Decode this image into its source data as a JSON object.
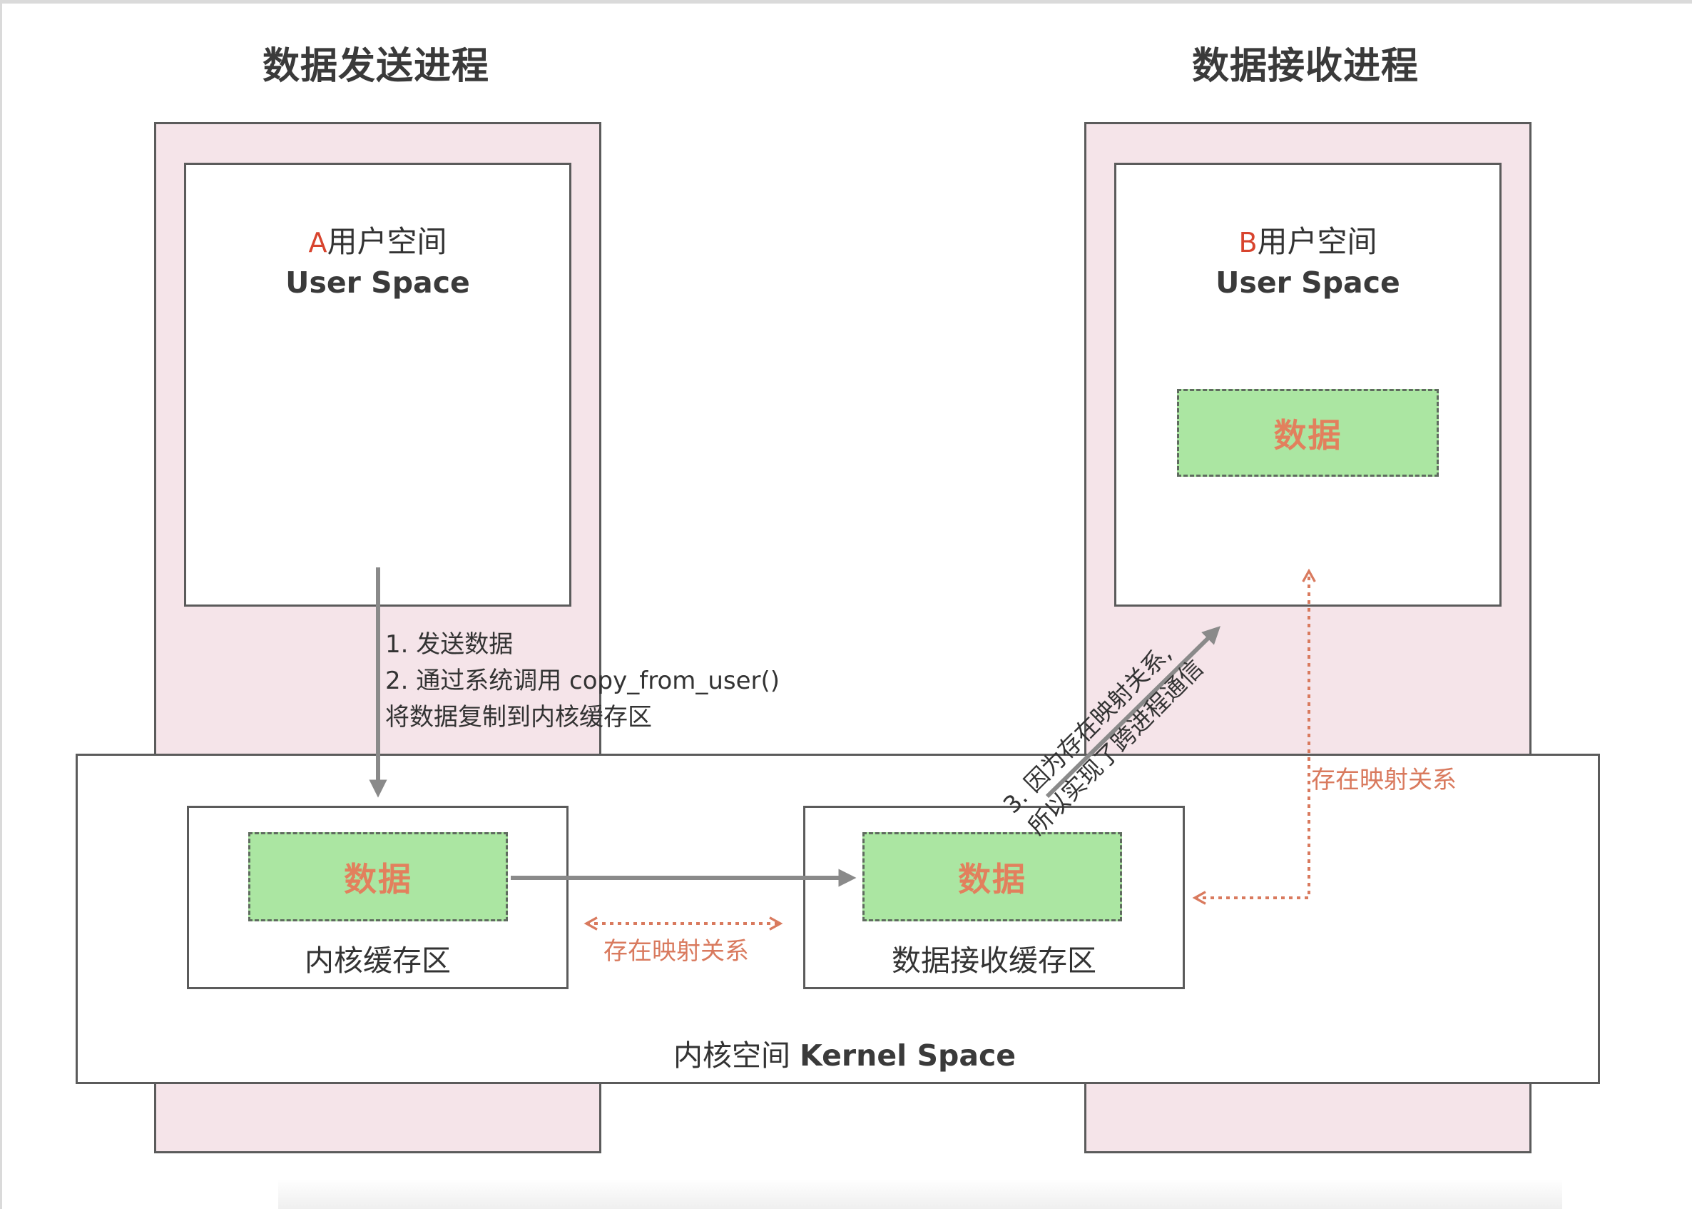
{
  "sender": {
    "title": "数据发送进程"
  },
  "receiver": {
    "title": "数据接收进程"
  },
  "user_space_a": {
    "letter": "A",
    "label_cn": "用户空间",
    "label_en": "User Space"
  },
  "user_space_b": {
    "letter": "B",
    "label_cn": "用户空间",
    "label_en": "User Space",
    "data": "数据"
  },
  "kernel": {
    "label_cn": "内核空间",
    "label_en": "Kernel Space",
    "kernel_buffer": {
      "data": "数据",
      "label": "内核缓存区"
    },
    "receive_buffer": {
      "data": "数据",
      "label": "数据接收缓存区"
    }
  },
  "steps": {
    "step1": "1.  发送数据",
    "step2": "2.  通过系统调用 copy_from_user()",
    "step2_cont": "将数据复制到内核缓存区",
    "step3_line1": "3. 因为存在映射关系,",
    "step3_line2": "所以实现了跨进程通信"
  },
  "mapping": {
    "between_buffers": "存在映射关系",
    "to_user_space_b": "存在映射关系"
  },
  "colors": {
    "process_bg": "#f5e4e9",
    "data_fill": "#abe6a2",
    "data_text": "#e2805d",
    "mapping_arrow": "#d97a5e",
    "flow_arrow": "#8a8a8a",
    "letter_accent": "#d8442e"
  }
}
